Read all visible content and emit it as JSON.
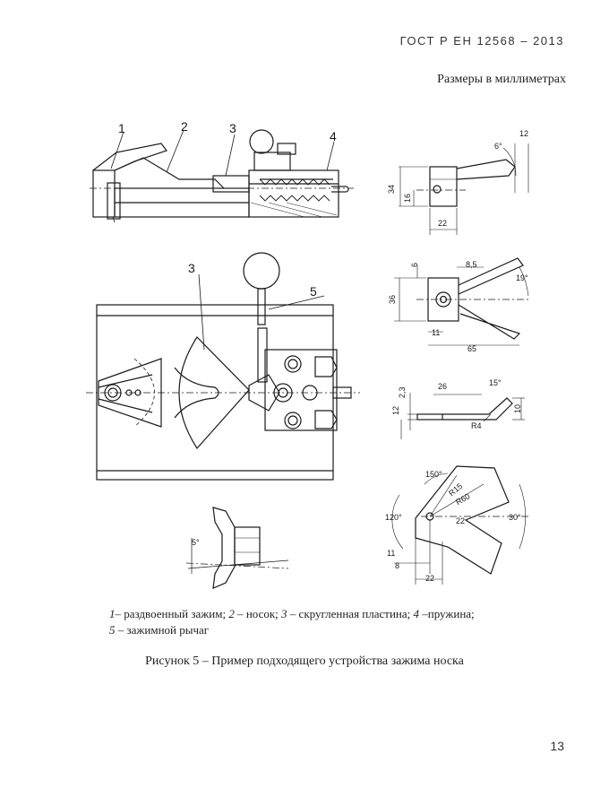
{
  "header": {
    "standard": "ГОСТ Р ЕН 12568 – 2013",
    "units_note": "Размеры в миллиметрах"
  },
  "callouts": [
    "1",
    "2",
    "3",
    "4",
    "3",
    "5"
  ],
  "dimensions": {
    "d34": "34",
    "d16": "16",
    "d22a": "22",
    "d6deg": "6°",
    "d12": "12",
    "d6": "6",
    "d8_5": "8,5",
    "d36": "36",
    "d11a": "11",
    "d65": "65",
    "d19deg": "19°",
    "d2_3": "2,3",
    "d12b": "12",
    "d26": "26",
    "d15deg": "15°",
    "d10": "10",
    "dR4": "R4",
    "d150deg": "150°",
    "dR15": "R15",
    "dR60": "R60",
    "d120deg": "120°",
    "d22b": "22",
    "d30deg": "30°",
    "d11b": "11",
    "d8": "8",
    "d22c": "22",
    "d5deg": "5°"
  },
  "legend": {
    "n1": "1",
    "t1": "– раздвоенный зажим; ",
    "n2": "2",
    "t2": " – носок; ",
    "n3": "3",
    "t3": " – скругленная пластина; ",
    "n4": "4",
    "t4": " –пружина;",
    "n5": "5",
    "t5": " – зажимной рычаг"
  },
  "caption": "Рисунок 5 – Пример подходящего устройства зажима носка",
  "page_number": "13"
}
